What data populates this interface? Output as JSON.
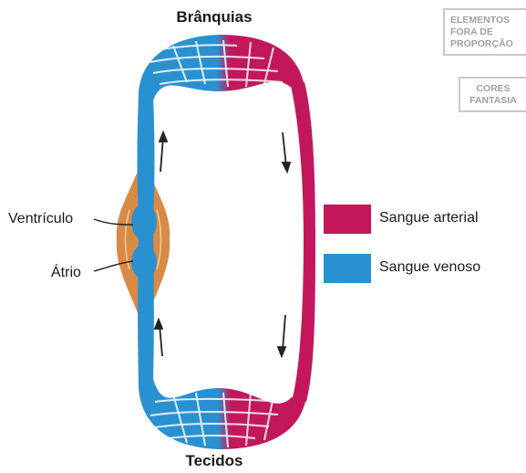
{
  "labels": {
    "top": "Brânquias",
    "bottom": "Tecidos",
    "ventricle": "Ventrículo",
    "atrium": "Átrio"
  },
  "badges": {
    "scale_line1": "ELEMENTOS",
    "scale_line2": "FORA DE",
    "scale_line3": "PROPORÇÃO",
    "colors_line1": "CORES",
    "colors_line2": "FANTASIA"
  },
  "legend": [
    {
      "label": "Sangue arterial",
      "color": "#c2185b"
    },
    {
      "label": "Sangue venoso",
      "color": "#2a91d1"
    }
  ],
  "colors": {
    "venous": "#2a91d1",
    "arterial": "#c2185b",
    "heart_tissue": "#d98a44",
    "arrow": "#222222"
  }
}
